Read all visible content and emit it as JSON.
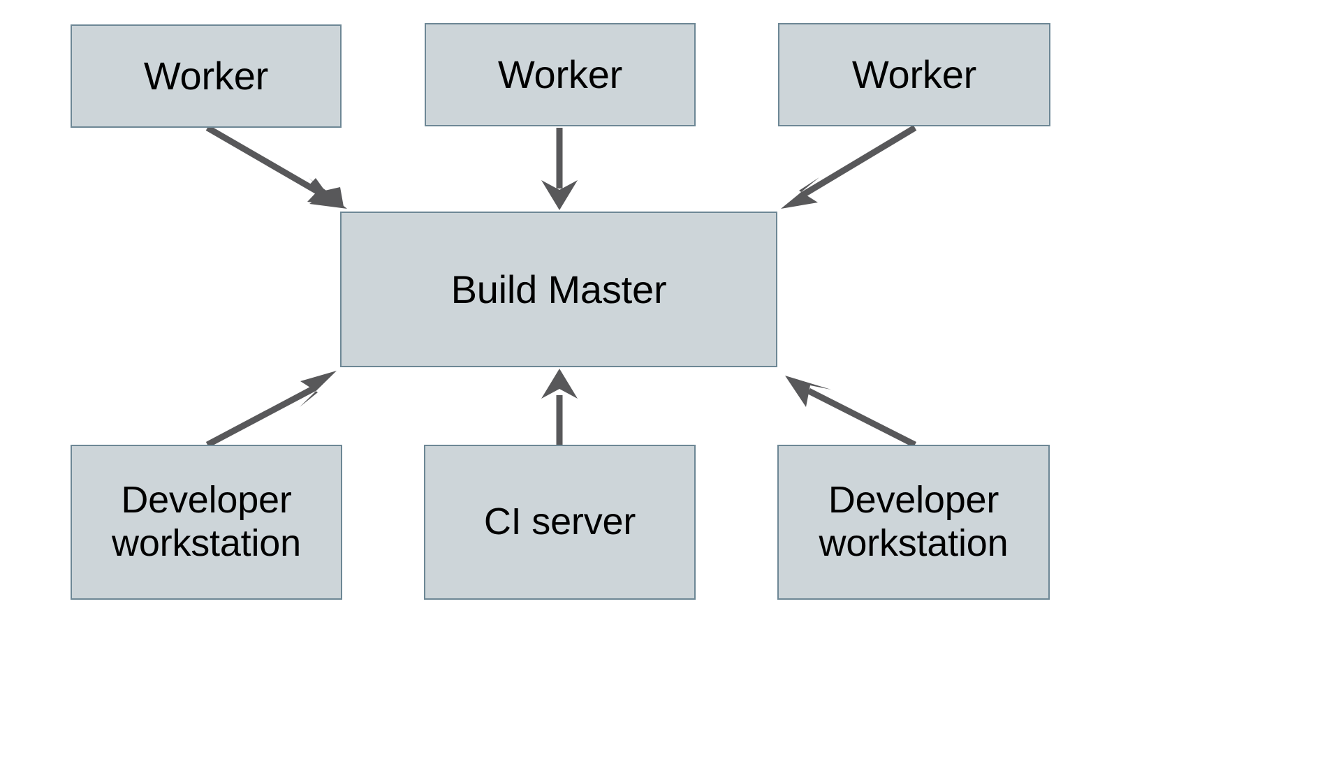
{
  "diagram": {
    "type": "block-arrow-diagram",
    "background_color": "#ffffff",
    "node_fill_color": "#cdd5d9",
    "node_border_color": "#6d8795",
    "edge_color": "#58585a",
    "text_color": "#000000",
    "nodes": [
      {
        "id": "worker-left",
        "label": "Worker"
      },
      {
        "id": "worker-center",
        "label": "Worker"
      },
      {
        "id": "worker-right",
        "label": "Worker"
      },
      {
        "id": "build-master",
        "label": "Build Master"
      },
      {
        "id": "dev-left",
        "label": "Developer\nworkstation"
      },
      {
        "id": "ci-server",
        "label": "CI server"
      },
      {
        "id": "dev-right",
        "label": "Developer\nworkstation"
      }
    ],
    "edges": [
      {
        "id": "edge-worker-left-to-master",
        "from": "worker-left",
        "to": "build-master",
        "direction": "to-target"
      },
      {
        "id": "edge-worker-center-to-master",
        "from": "worker-center",
        "to": "build-master",
        "direction": "to-target"
      },
      {
        "id": "edge-worker-right-to-master",
        "from": "worker-right",
        "to": "build-master",
        "direction": "to-target"
      },
      {
        "id": "edge-dev-left-to-master",
        "from": "dev-left",
        "to": "build-master",
        "direction": "to-target"
      },
      {
        "id": "edge-ci-server-to-master",
        "from": "ci-server",
        "to": "build-master",
        "direction": "to-target"
      },
      {
        "id": "edge-dev-right-to-master",
        "from": "dev-right",
        "to": "build-master",
        "direction": "to-target"
      }
    ]
  }
}
